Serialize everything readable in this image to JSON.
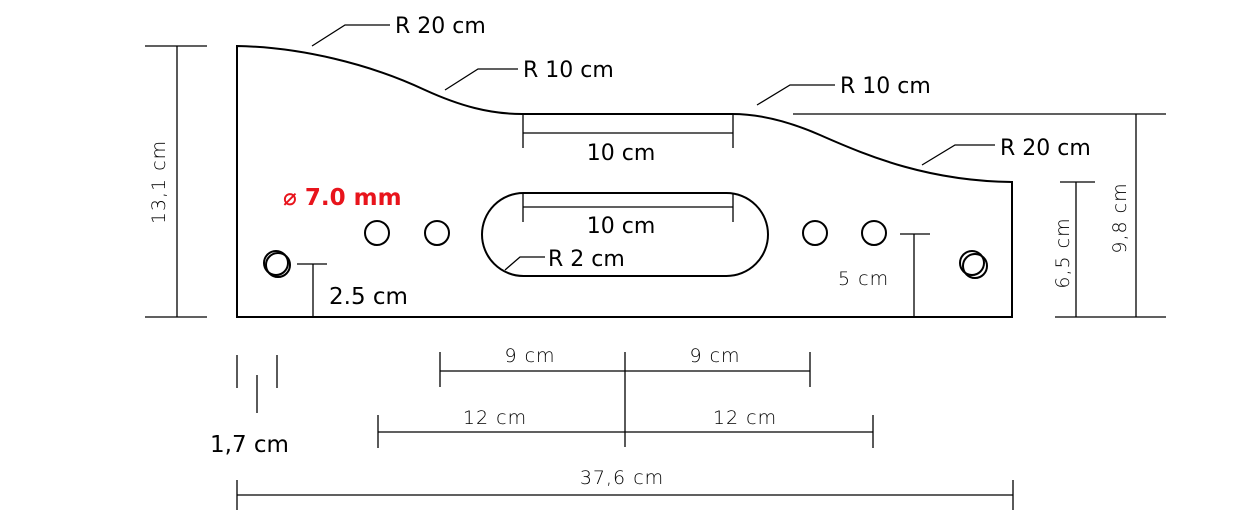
{
  "colors": {
    "accent": "#e8141c",
    "line": "#000000"
  },
  "labels": {
    "radius_top_left": "R 20 cm",
    "radius_mid_left": "R 10 cm",
    "radius_mid_right": "R 10 cm",
    "radius_top_right": "R 20 cm",
    "top_flat": "10 cm",
    "slot_length": "10 cm",
    "slot_radius": "R 2 cm",
    "hole_diameter": "⌀ 7.0 mm",
    "left_height": "13,1 cm",
    "right_height_low": "6,5 cm",
    "right_height_high": "9,8 cm",
    "left_hole_height": "2.5 cm",
    "right_hole_height": "5 cm",
    "edge_offset": "1,7 cm",
    "inner_left": "9 cm",
    "inner_right": "9 cm",
    "outer_left": "12 cm",
    "outer_right": "12 cm",
    "total_width": "37,6 cm"
  }
}
